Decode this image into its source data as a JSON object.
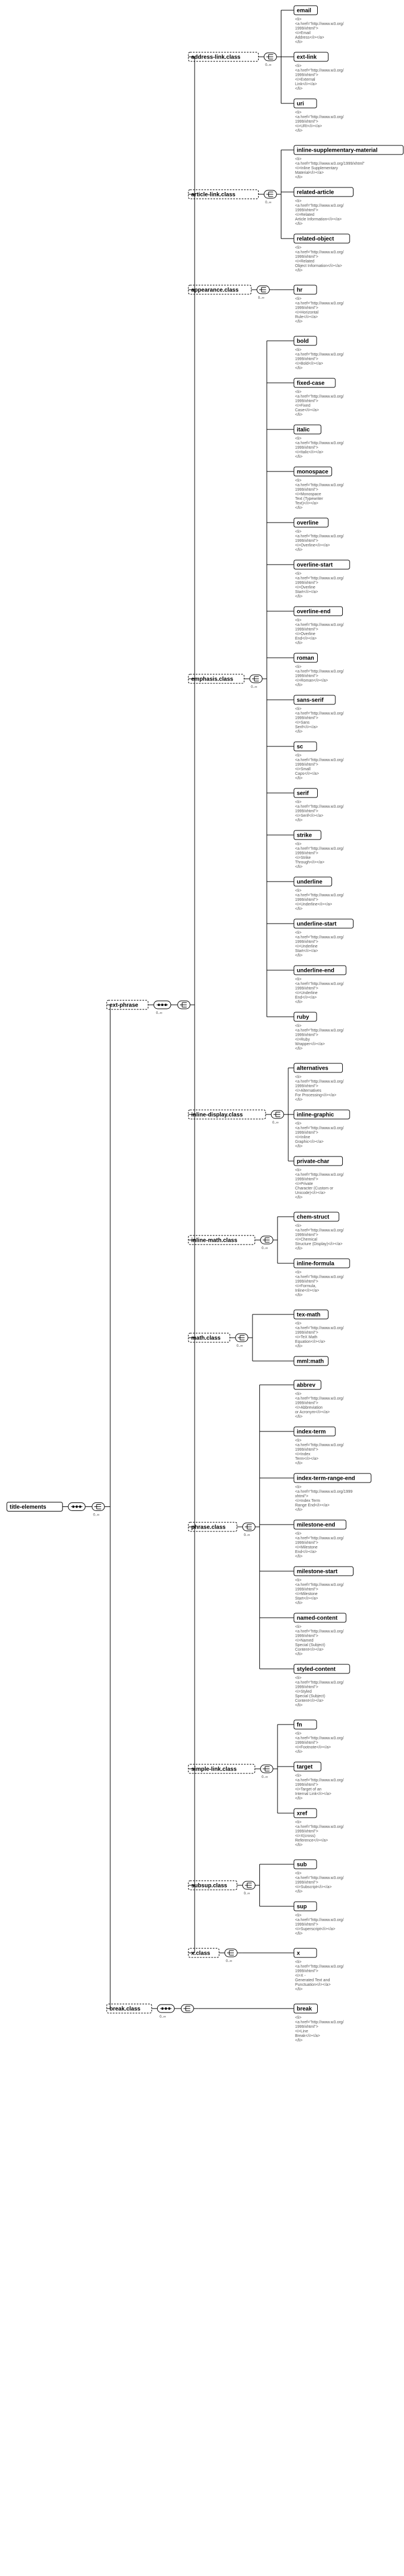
{
  "root": {
    "label": "title-elements"
  },
  "groups": [
    {
      "label": "ext-phrase",
      "children": [
        {
          "label": "address-link.class",
          "elements": [
            {
              "label": "email",
              "doc": [
                "<li>",
                "<a href=\"http://www.w3.org/",
                "1999/xhtml\">",
                "<i>Email",
                "Address</i></a>",
                "</li>"
              ]
            },
            {
              "label": "ext-link",
              "doc": [
                "<li>",
                "<a href=\"http://www.w3.org/",
                "1999/xhtml\">",
                "<i>External",
                "Link</i></a>",
                "</li>"
              ]
            },
            {
              "label": "uri",
              "doc": [
                "<li>",
                "<a href=\"http://www.w3.org/",
                "1999/xhtml\">",
                "<i>URI</i></a>",
                "</li>"
              ]
            }
          ]
        },
        {
          "label": "article-link.class",
          "elements": [
            {
              "label": "inline-supplementary-material",
              "doc": [
                "<li>",
                "<a href=\"http://www.w3.org/1999/xhtml\"",
                "<i>Inline Supplementary",
                "Material</i></a>",
                "</li>"
              ]
            },
            {
              "label": "related-article",
              "doc": [
                "<li>",
                "<a href=\"http://www.w3.org/",
                "1999/xhtml\">",
                "<i>Related",
                "Article Information</i></a>",
                "</li>"
              ]
            },
            {
              "label": "related-object",
              "doc": [
                "<li>",
                "<a href=\"http://www.w3.org/",
                "1999/xhtml\">",
                "<i>Related",
                "Object Information</i></a>",
                "</li>"
              ]
            }
          ]
        },
        {
          "label": "appearance.class",
          "elements": [
            {
              "label": "hr",
              "doc": [
                "<li>",
                "<a href=\"http://www.w3.org/",
                "1999/xhtml\">",
                "<i>Horizontal",
                "Rule</i></a>",
                "</li>"
              ]
            }
          ]
        },
        {
          "label": "emphasis.class",
          "elements": [
            {
              "label": "bold",
              "doc": [
                "<li>",
                "<a href=\"http://www.w3.org/",
                "1999/xhtml\">",
                "<i>Bold</i></a>",
                "</li>"
              ]
            },
            {
              "label": "fixed-case",
              "doc": [
                "<li>",
                "<a href=\"http://www.w3.org/",
                "1999/xhtml\">",
                "<i>Fixed",
                "Case</i></a>",
                "</li>"
              ]
            },
            {
              "label": "italic",
              "doc": [
                "<li>",
                "<a href=\"http://www.w3.org/",
                "1999/xhtml\">",
                "<i>Italic</i></a>",
                "</li>"
              ]
            },
            {
              "label": "monospace",
              "doc": [
                "<li>",
                "<a href=\"http://www.w3.org/",
                "1999/xhtml\">",
                "<i>Monospace",
                "Text (Typewriter",
                "Text)</i></a>",
                "</li>"
              ]
            },
            {
              "label": "overline",
              "doc": [
                "<li>",
                "<a href=\"http://www.w3.org/",
                "1999/xhtml\">",
                "<i>Overline</i></a>",
                "</li>"
              ]
            },
            {
              "label": "overline-start",
              "doc": [
                "<li>",
                "<a href=\"http://www.w3.org/",
                "1999/xhtml\">",
                "<i>Overline",
                "Start</i></a>",
                "</li>"
              ]
            },
            {
              "label": "overline-end",
              "doc": [
                "<li>",
                "<a href=\"http://www.w3.org/",
                "1999/xhtml\">",
                "<i>Overline",
                "End</i></a>",
                "</li>"
              ]
            },
            {
              "label": "roman",
              "doc": [
                "<li>",
                "<a href=\"http://www.w3.org/",
                "1999/xhtml\">",
                "<i>Roman</i></a>",
                "</li>"
              ]
            },
            {
              "label": "sans-serif",
              "doc": [
                "<li>",
                "<a href=\"http://www.w3.org/",
                "1999/xhtml\">",
                "<i>Sans",
                "Serif</i></a>",
                "</li>"
              ]
            },
            {
              "label": "sc",
              "doc": [
                "<li>",
                "<a href=\"http://www.w3.org/",
                "1999/xhtml\">",
                "<i>Small",
                "Caps</i></a>",
                "</li>"
              ]
            },
            {
              "label": "serif",
              "doc": [
                "<li>",
                "<a href=\"http://www.w3.org/",
                "1999/xhtml\">",
                "<i>Serif</i></a>",
                "</li>"
              ]
            },
            {
              "label": "strike",
              "doc": [
                "<li>",
                "<a href=\"http://www.w3.org/",
                "1999/xhtml\">",
                "<i>Strike",
                "Through</i></a>",
                "</li>"
              ]
            },
            {
              "label": "underline",
              "doc": [
                "<li>",
                "<a href=\"http://www.w3.org/",
                "1999/xhtml\">",
                "<i>Underline</i></a>",
                "</li>"
              ]
            },
            {
              "label": "underline-start",
              "doc": [
                "<li>",
                "<a href=\"http://www.w3.org/",
                "1999/xhtml\">",
                "<i>Underline",
                "Start</i></a>",
                "</li>"
              ]
            },
            {
              "label": "underline-end",
              "doc": [
                "<li>",
                "<a href=\"http://www.w3.org/",
                "1999/xhtml\">",
                "<i>Underline",
                "End</i></a>",
                "</li>"
              ]
            },
            {
              "label": "ruby",
              "doc": [
                "<li>",
                "<a href=\"http://www.w3.org/",
                "1999/xhtml\">",
                "<i>Ruby",
                "Wrapper</i></a>",
                "</li>"
              ]
            }
          ]
        },
        {
          "label": "inline-display.class",
          "elements": [
            {
              "label": "alternatives",
              "doc": [
                "<li>",
                "<a href=\"http://www.w3.org/",
                "1999/xhtml\">",
                "<i>Alternatives",
                "For Processing</i></a>",
                "</li>"
              ]
            },
            {
              "label": "inline-graphic",
              "doc": [
                "<li>",
                "<a href=\"http://www.w3.org/",
                "1999/xhtml\">",
                "<i>Inline",
                "Graphic</i></a>",
                "</li>"
              ]
            },
            {
              "label": "private-char",
              "doc": [
                "<li>",
                "<a href=\"http://www.w3.org/",
                "1999/xhtml\">",
                "<i>Private",
                "Character (Custom or",
                "Unicode)</i></a>",
                "</li>"
              ]
            }
          ]
        },
        {
          "label": "inline-math.class",
          "elements": [
            {
              "label": "chem-struct",
              "doc": [
                "<li>",
                "<a href=\"http://www.w3.org/",
                "1999/xhtml\">",
                "<i>Chemical",
                "Structure (Display)</i></a>",
                "</li>"
              ]
            },
            {
              "label": "inline-formula",
              "doc": [
                "<li>",
                "<a href=\"http://www.w3.org/",
                "1999/xhtml\">",
                "<i>Formula,",
                "Inline</i></a>",
                "</li>"
              ]
            }
          ]
        },
        {
          "label": "math.class",
          "elements": [
            {
              "label": "tex-math",
              "doc": [
                "<li>",
                "<a href=\"http://www.w3.org/",
                "1999/xhtml\">",
                "<i>TeX Math",
                "Equation</i></a>",
                "</li>"
              ]
            },
            {
              "label": "mml:math",
              "doc": []
            }
          ]
        },
        {
          "label": "phrase.class",
          "elements": [
            {
              "label": "abbrev",
              "doc": [
                "<li>",
                "<a href=\"http://www.w3.org/",
                "1999/xhtml\">",
                "<i>Abbreviation",
                "or Acronym</i></a>",
                "</li>"
              ]
            },
            {
              "label": "index-term",
              "doc": [
                "<li>",
                "<a href=\"http://www.w3.org/",
                "1999/xhtml\">",
                "<i>Index",
                "Term</i></a>",
                "</li>"
              ]
            },
            {
              "label": "index-term-range-end",
              "doc": [
                "<li>",
                "<a href=\"http://www.w3.org/1999",
                "xhtml\">",
                "<i>Index Term",
                "Range End</i></a>",
                "</li>"
              ]
            },
            {
              "label": "milestone-end",
              "doc": [
                "<li>",
                "<a href=\"http://www.w3.org/",
                "1999/xhtml\">",
                "<i>Milestone",
                "End</i></a>",
                "</li>"
              ]
            },
            {
              "label": "milestone-start",
              "doc": [
                "<li>",
                "<a href=\"http://www.w3.org/",
                "1999/xhtml\">",
                "<i>Milestone",
                "Start</i></a>",
                "</li>"
              ]
            },
            {
              "label": "named-content",
              "doc": [
                "<li>",
                "<a href=\"http://www.w3.org/",
                "1999/xhtml\">",
                "<i>Named",
                "Special (Subject)",
                "Content</i></a>",
                "</li>"
              ]
            },
            {
              "label": "styled-content",
              "doc": [
                "<li>",
                "<a href=\"http://www.w3.org/",
                "1999/xhtml\">",
                "<i>Styled",
                "Special (Subject)",
                "Content</i></a>",
                "</li>"
              ]
            }
          ]
        },
        {
          "label": "simple-link.class",
          "elements": [
            {
              "label": "fn",
              "doc": [
                "<li>",
                "<a href=\"http://www.w3.org/",
                "1999/xhtml\">",
                "<i>Footnote</i></a>",
                "</li>"
              ]
            },
            {
              "label": "target",
              "doc": [
                "<li>",
                "<a href=\"http://www.w3.org/",
                "1999/xhtml\">",
                "<i>Target of an",
                "Internal Link</i></a>",
                "</li>"
              ]
            },
            {
              "label": "xref",
              "doc": [
                "<li>",
                "<a href=\"http://www.w3.org/",
                "1999/xhtml\">",
                "<i>X(cross)",
                "Reference</i></a>",
                "</li>"
              ]
            }
          ]
        },
        {
          "label": "subsup.class",
          "elements": [
            {
              "label": "sub",
              "doc": [
                "<li>",
                "<a href=\"http://www.w3.org/",
                "1999/xhtml\">",
                "<i>Subscript</i></a>",
                "</li>"
              ]
            },
            {
              "label": "sup",
              "doc": [
                "<li>",
                "<a href=\"http://www.w3.org/",
                "1999/xhtml\">",
                "<i>Superscript</i></a>",
                "</li>"
              ]
            }
          ]
        },
        {
          "label": "x.class",
          "elements": [
            {
              "label": "x",
              "doc": [
                "<li>",
                "<a href=\"http://www.w3.org/",
                "1999/xhtml\">",
                "<i>X -",
                "Generated Text and",
                "Punctuation</i></a>",
                "</li>"
              ]
            }
          ]
        }
      ]
    },
    {
      "label": "break.class",
      "children": [],
      "elements": [
        {
          "label": "break",
          "doc": [
            "<li>",
            "<a href=\"http://www.w3.org/",
            "1999/xhtml\">",
            "<i>Line",
            "Break</i></a>",
            "</li>"
          ]
        }
      ]
    }
  ],
  "occurrence": {
    "unbounded": "0..∞"
  }
}
